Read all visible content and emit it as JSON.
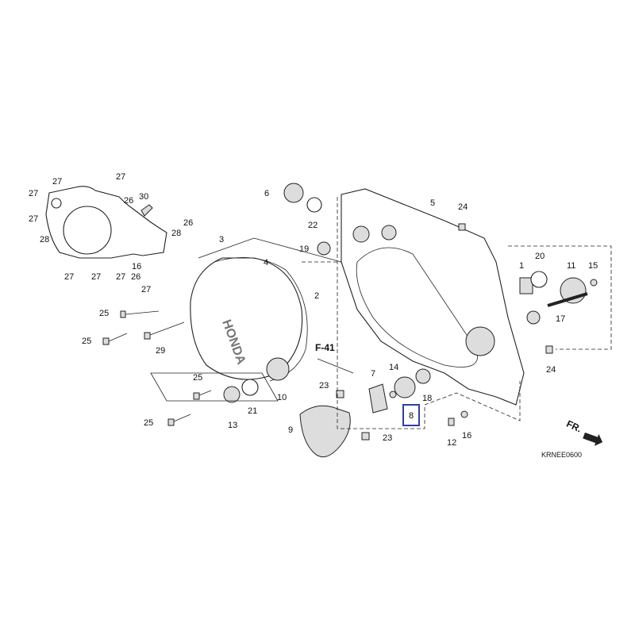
{
  "diagram_code": "KRNEE0600",
  "reference": "F-41",
  "direction_label": "FR.",
  "highlight_color": "#2f3fa8",
  "highlighted_part": "8",
  "labels": {
    "g27a": "27",
    "g27b": "27",
    "g27c": "27",
    "g26a": "26",
    "g30": "30",
    "g26b": "26",
    "g27d": "27",
    "g28a": "28",
    "g28b": "28",
    "g16": "16",
    "g27e": "27",
    "g27f": "27",
    "g27g": "27",
    "g26c": "26",
    "g27h": "27",
    "p3": "3",
    "p4": "4",
    "p6": "6",
    "p22": "22",
    "p19": "19",
    "p2": "2",
    "p5": "5",
    "p24a": "24",
    "p1": "1",
    "p20": "20",
    "p11": "11",
    "p15": "15",
    "p17": "17",
    "p24b": "24",
    "p25a": "25",
    "p25b": "25",
    "p29": "29",
    "p25c": "25",
    "p21": "21",
    "p25d": "25",
    "p13": "13",
    "p23a": "23",
    "p10": "10",
    "p9": "9",
    "p23b": "23",
    "p7": "7",
    "p14": "14",
    "p18": "18",
    "p8": "8",
    "p12": "12",
    "p16": "16"
  }
}
